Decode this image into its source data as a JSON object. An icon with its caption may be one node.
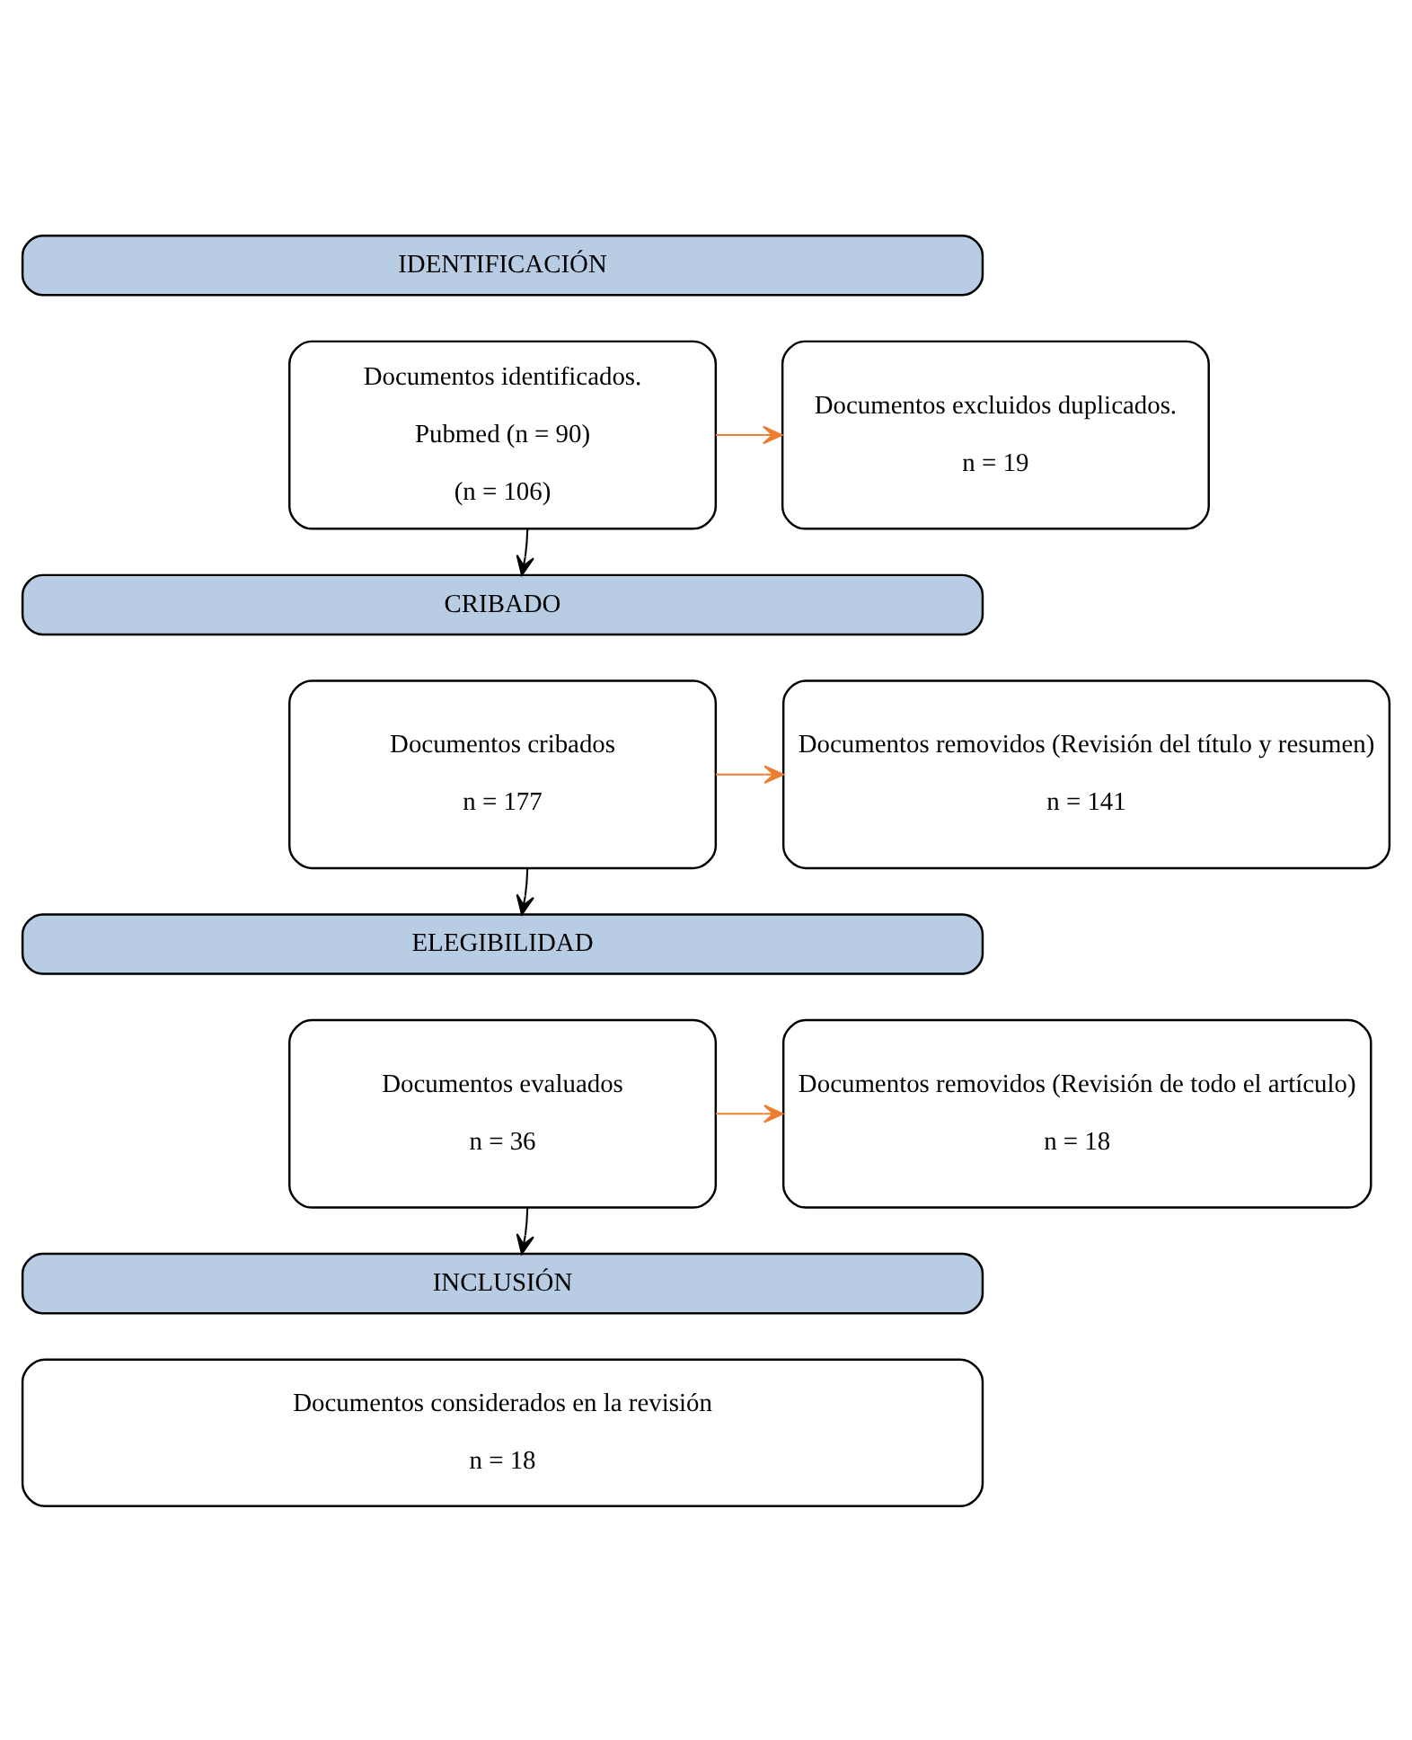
{
  "diagram": {
    "nodes": [
      {
        "text": [
          "IDENTIFICACIÓN"
        ]
      },
      {
        "text": [
          "Documentos identificados.",
          "Pubmed (n = 90)",
          "(n = 106)"
        ]
      },
      {
        "text": [
          "Documentos excluidos duplicados.",
          "n = 19"
        ]
      },
      {
        "text": [
          "CRIBADO"
        ]
      },
      {
        "text": [
          "Documentos cribados",
          "n = 177"
        ]
      },
      {
        "text": [
          "Documentos removidos (Revisión del título y resumen)",
          "n = 141"
        ]
      },
      {
        "text": [
          "ELEGIBILIDAD"
        ]
      },
      {
        "text": [
          "Documentos evaluados",
          "n = 36"
        ]
      },
      {
        "text": [
          "Documentos removidos (Revisión de todo el artículo)",
          "n = 18"
        ]
      },
      {
        "text": [
          "INCLUSIÓN"
        ]
      },
      {
        "text": [
          "Documentos considerados en la revisión",
          "n = 18"
        ]
      }
    ],
    "edges": [
      {
        "from": 1,
        "to": 2,
        "arrow": "to",
        "color": "#ed7d31"
      },
      {
        "from": 1,
        "to": 3,
        "arrow": "to",
        "color": "#000000"
      },
      {
        "from": 4,
        "to": 5,
        "arrow": "to",
        "color": "#ed7d31"
      },
      {
        "from": 4,
        "to": 6,
        "arrow": "to",
        "color": "#000000"
      },
      {
        "from": 7,
        "to": 8,
        "arrow": "to",
        "color": "#ed7d31"
      },
      {
        "from": 7,
        "to": 9,
        "arrow": "to",
        "color": "#000000"
      }
    ]
  }
}
